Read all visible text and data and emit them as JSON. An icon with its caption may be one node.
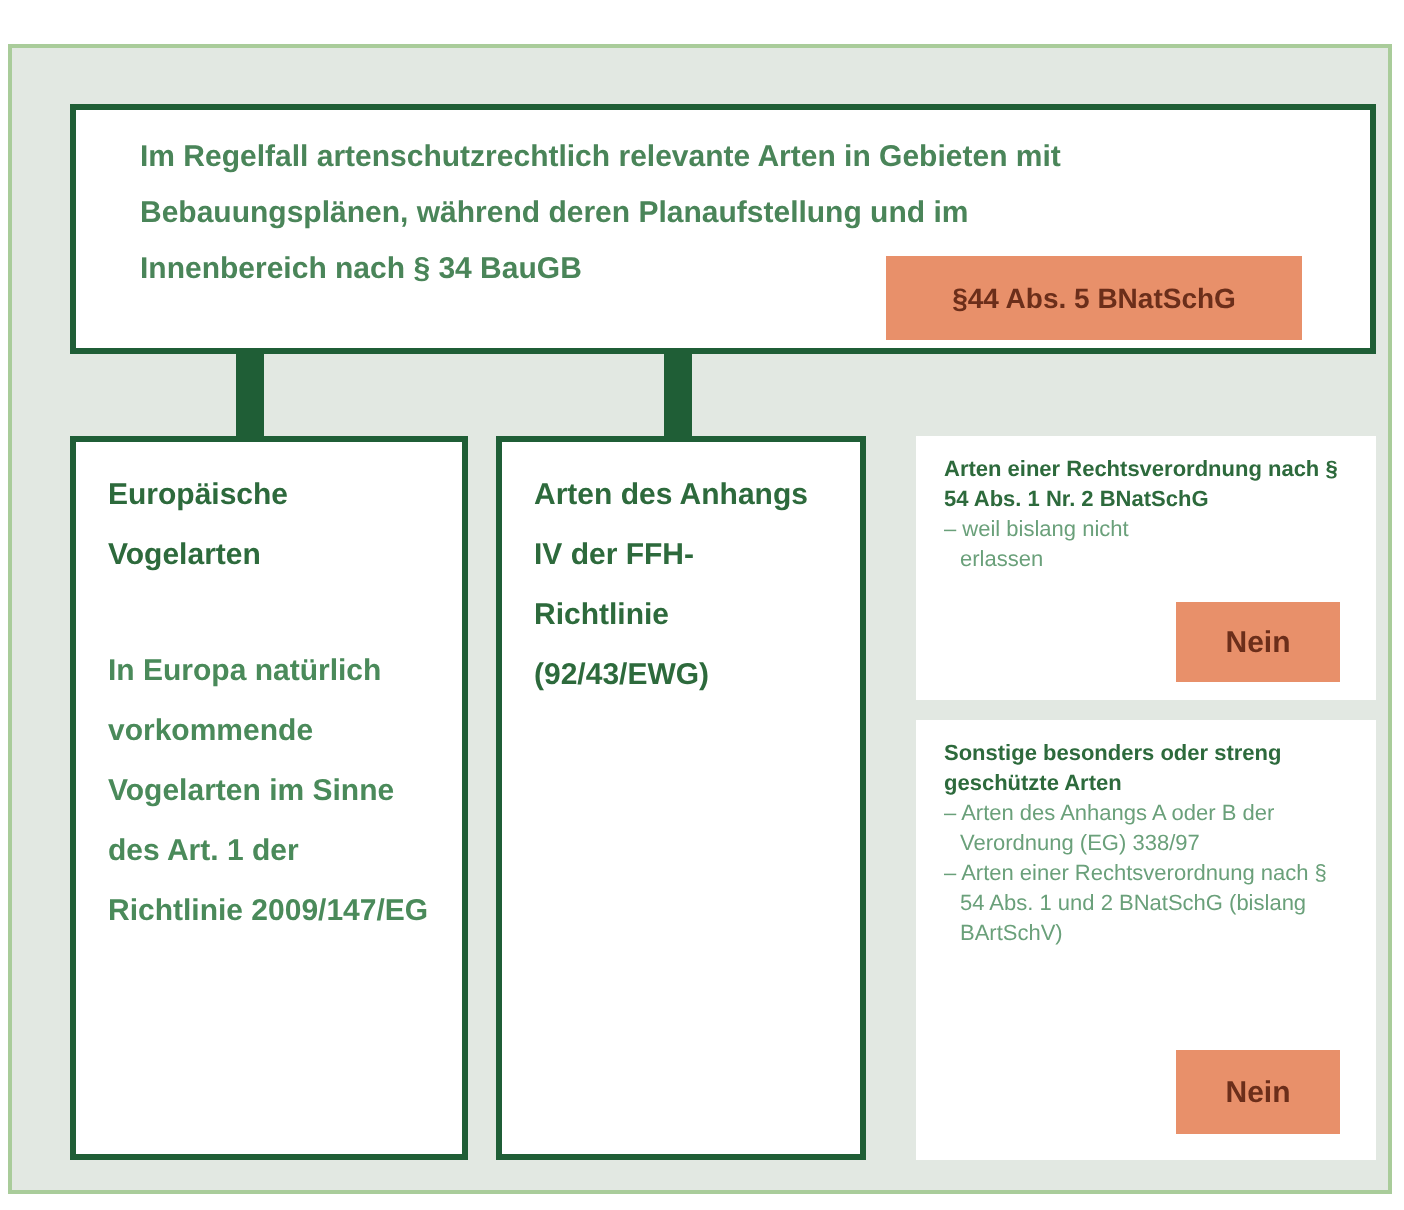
{
  "diagram": {
    "nodes": [
      {
        "text": [
          "Im Regelfall artenschutzrechtlich relevante Arten in Gebieten mit Bebauungsplänen, während deren Planaufstellung und im Innenbereich nach § 34 BauGB"
        ]
      },
      {
        "text": [
          "§44 Abs. 5 BNatSchG"
        ],
        "in": 0
      },
      {
        "text": [
          "Europäische Vogelarten",
          "In Europa natürlich vorkommende Vogelarten im Sinne des Art. 1 der Richtlinie 2009/147/EG"
        ]
      },
      {
        "text": [
          "Arten des Anhangs IV der FFH-Richtlinie (92/43/EWG)"
        ]
      },
      {
        "text": [
          "Arten einer Rechtsverordnung nach § 54 Abs. 1 Nr. 2 BNatSchG",
          "– weil bislang nicht erlassen"
        ]
      },
      {
        "text": [
          "Nein"
        ],
        "in": 4
      },
      {
        "text": [
          "Sonstige besonders oder streng geschützte Arten",
          "– Arten des Anhangs A oder B der Verordnung (EG) 338/97",
          "– Arten einer Rechtsverordnung nach § 54 Abs. 1 und 2 BNatSchG (bislang BArtSchV)"
        ]
      },
      {
        "text": [
          "Nein"
        ],
        "in": 6
      }
    ],
    "edges": [
      {
        "from": 0,
        "to": 2,
        "arrow": "none"
      },
      {
        "from": 0,
        "to": 3,
        "arrow": "none"
      }
    ]
  }
}
